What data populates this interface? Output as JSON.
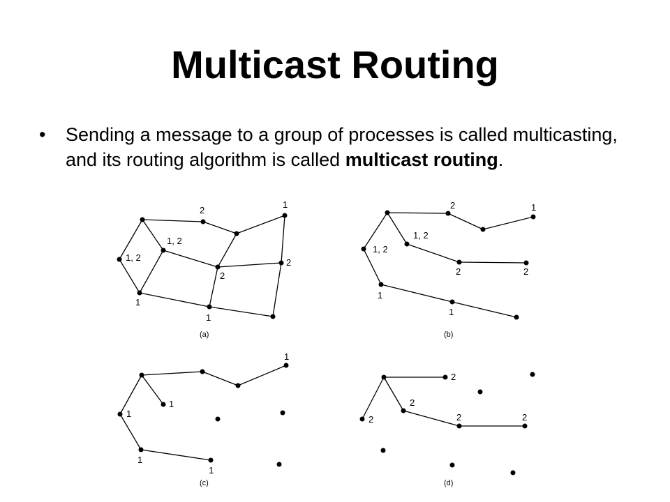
{
  "slide": {
    "title": "Multicast Routing",
    "bullet_char": "•",
    "bullet": {
      "before": "Sending a message to a group of processes is called multicasting, and its routing algorithm is called ",
      "emphasis_1": "multicast",
      "between": " ",
      "emphasis_2": "routing",
      "after": "."
    }
  },
  "diagrams": [
    {
      "caption": "(a)",
      "labels": [
        "2",
        "1",
        "1, 2",
        "1, 2",
        "2",
        "2",
        "1",
        "1"
      ],
      "edges": [
        [
          0,
          1
        ],
        [
          1,
          4
        ],
        [
          4,
          2
        ],
        [
          0,
          3
        ],
        [
          0,
          2
        ],
        [
          3,
          5
        ],
        [
          1,
          5
        ],
        [
          5,
          9
        ],
        [
          5,
          6
        ],
        [
          6,
          7
        ],
        [
          7,
          8
        ],
        [
          2,
          8
        ],
        [
          8,
          9
        ],
        [
          3,
          2
        ]
      ]
    },
    {
      "caption": "(b)",
      "labels": [
        "2",
        "1",
        "1, 2",
        "1, 2",
        "2",
        "2",
        "1",
        "1"
      ],
      "edges": []
    },
    {
      "caption": "(c)",
      "labels": [
        "1",
        "1",
        "1",
        "1",
        "1"
      ],
      "edges": []
    },
    {
      "caption": "(d)",
      "labels": [
        "2",
        "2",
        "2",
        "2",
        "2"
      ],
      "edges": []
    }
  ]
}
